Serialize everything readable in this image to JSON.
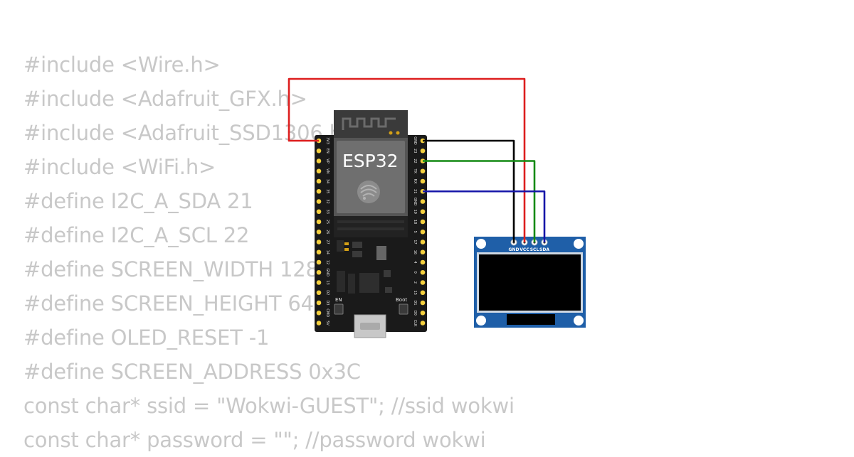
{
  "code_lines": [
    "#include <Wire.h>",
    "#include <Adafruit_GFX.h>",
    "#include <Adafruit_SSD1306.h>",
    "#include <WiFi.h>",
    "#define I2C_A_SDA 21",
    "#define I2C_A_SCL 22",
    "#define SCREEN_WIDTH 128",
    "#define SCREEN_HEIGHT 64",
    "#define OLED_RESET -1",
    "#define SCREEN_ADDRESS 0x3C",
    "const char* ssid = \"Wokwi-GUEST\"; //ssid wokwi",
    "const char* password = \"\"; //password wokwi"
  ],
  "esp32": {
    "label": "ESP32",
    "left_pins": [
      "3V3",
      "EN",
      "VP",
      "VN",
      "34",
      "35",
      "32",
      "33",
      "25",
      "26",
      "27",
      "14",
      "12",
      "GND",
      "13",
      "D2",
      "D3",
      "CMD",
      "5V"
    ],
    "right_pins": [
      "GND",
      "23",
      "22",
      "TX",
      "RX",
      "21",
      "GND",
      "19",
      "18",
      "5",
      "17",
      "16",
      "4",
      "0",
      "2",
      "15",
      "D1",
      "D0",
      "CLK"
    ],
    "buttons": {
      "en": "EN",
      "boot": "Boot"
    },
    "board_color": "#1a1a1a",
    "pin_color": "#f4d03f"
  },
  "oled": {
    "pins": [
      "GND",
      "VCC",
      "SCL",
      "SDA"
    ],
    "board_color": "#1f5fa8",
    "screen_color": "#000000"
  },
  "wires": [
    {
      "name": "3v3-to-vcc",
      "from": "3V3",
      "to": "VCC",
      "color": "#dd1e1e"
    },
    {
      "name": "gnd-to-gnd",
      "from": "GND",
      "to": "GND",
      "color": "#000000"
    },
    {
      "name": "22-to-scl",
      "from": "22",
      "to": "SCL",
      "color": "#138a13"
    },
    {
      "name": "21-to-sda",
      "from": "21",
      "to": "SDA",
      "color": "#1515a8"
    }
  ]
}
